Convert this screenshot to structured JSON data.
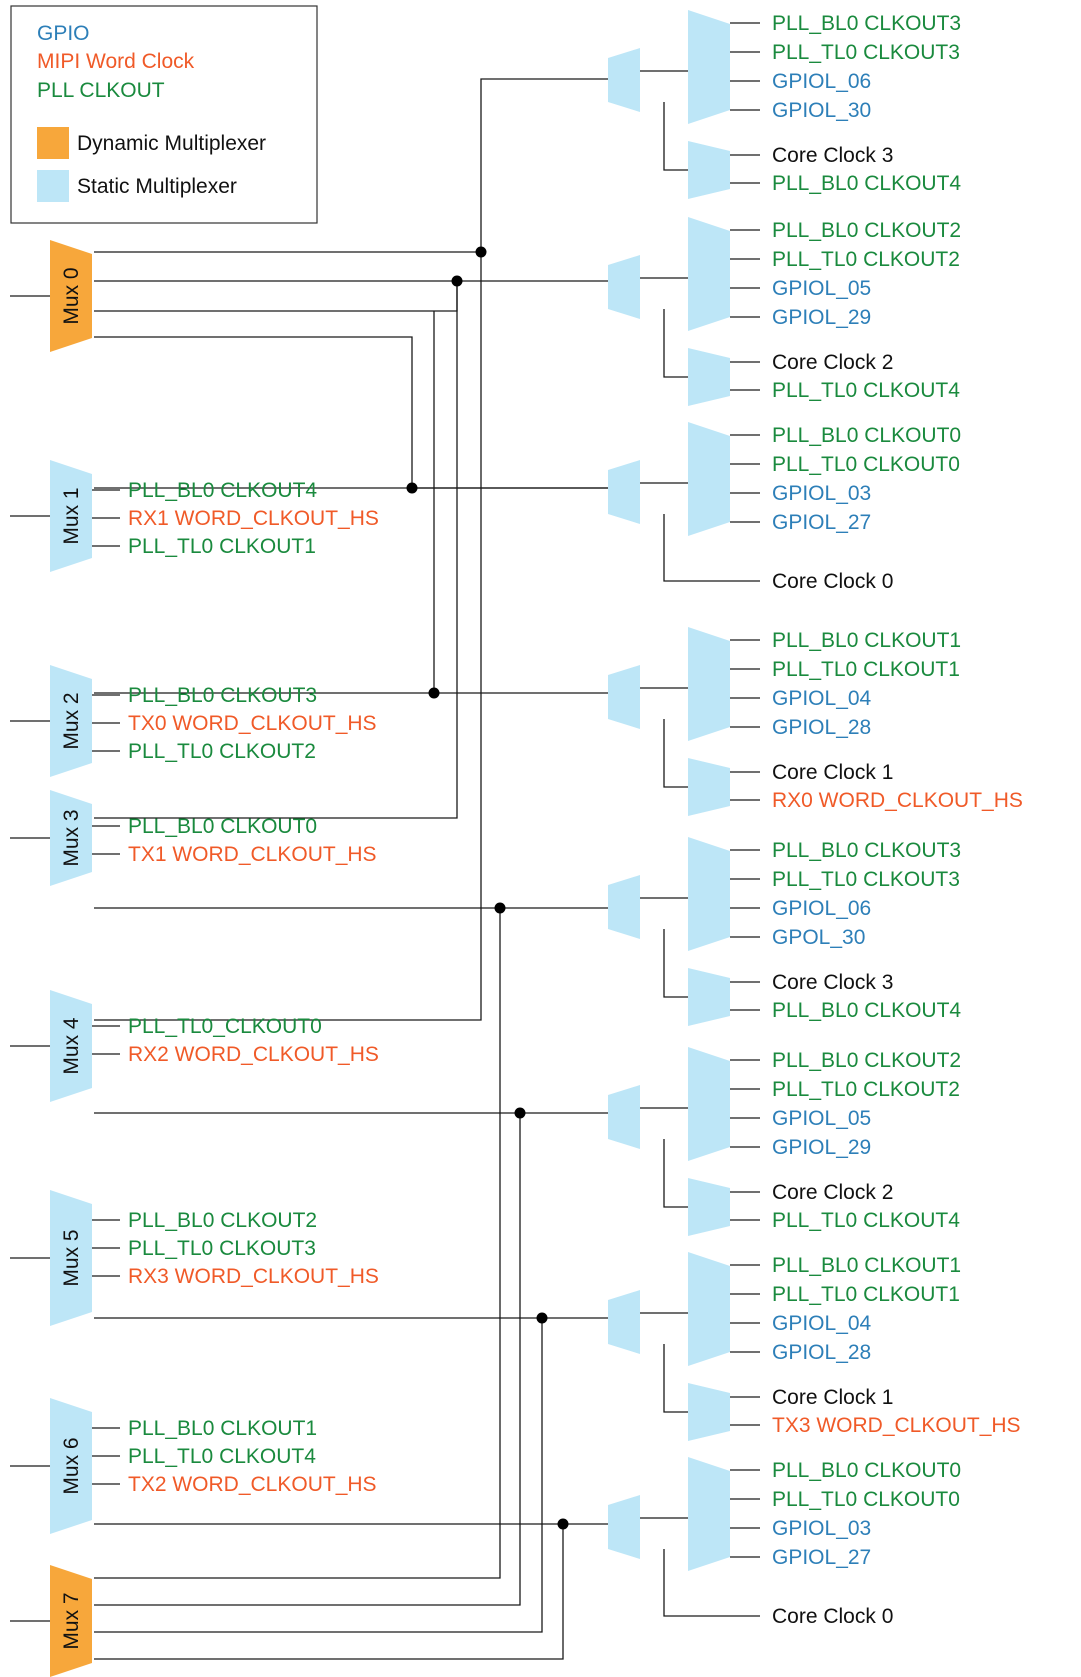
{
  "colors": {
    "gpio": "#2d7fb8",
    "mipi": "#f05a28",
    "pll": "#1a8a3e",
    "core": "#111111",
    "dynamic_mux": "#f7a73b",
    "static_mux": "#bde6f7"
  },
  "legend": {
    "gpio": "GPIO",
    "mipi": "MIPI Word Clock",
    "pll": "PLL CLKOUT",
    "dynamic": "Dynamic Multiplexer",
    "static": "Static Multiplexer"
  },
  "dynamic_muxes": [
    "Mux 0",
    "Mux 7"
  ],
  "static_muxes": [
    {
      "label": "Mux 1",
      "inputs": [
        {
          "text": "PLL_BL0 CLKOUT4",
          "type": "pll"
        },
        {
          "text": "RX1 WORD_CLKOUT_HS",
          "type": "mipi"
        },
        {
          "text": "PLL_TL0 CLKOUT1",
          "type": "pll"
        }
      ]
    },
    {
      "label": "Mux 2",
      "inputs": [
        {
          "text": "PLL_BL0 CLKOUT3",
          "type": "pll"
        },
        {
          "text": "TX0 WORD_CLKOUT_HS",
          "type": "mipi"
        },
        {
          "text": "PLL_TL0 CLKOUT2",
          "type": "pll"
        }
      ]
    },
    {
      "label": "Mux 3",
      "inputs": [
        {
          "text": "PLL_BL0 CLKOUT0",
          "type": "pll"
        },
        {
          "text": "TX1 WORD_CLKOUT_HS",
          "type": "mipi"
        }
      ]
    },
    {
      "label": "Mux 4",
      "inputs": [
        {
          "text": "PLL_TL0_CLKOUT0",
          "type": "pll"
        },
        {
          "text": "RX2 WORD_CLKOUT_HS",
          "type": "mipi"
        }
      ]
    },
    {
      "label": "Mux 5",
      "inputs": [
        {
          "text": "PLL_BL0 CLKOUT2",
          "type": "pll"
        },
        {
          "text": "PLL_TL0 CLKOUT3",
          "type": "pll"
        },
        {
          "text": "RX3 WORD_CLKOUT_HS",
          "type": "mipi"
        }
      ]
    },
    {
      "label": "Mux 6",
      "inputs": [
        {
          "text": "PLL_BL0 CLKOUT1",
          "type": "pll"
        },
        {
          "text": "PLL_TL0 CLKOUT4",
          "type": "pll"
        },
        {
          "text": "TX2 WORD_CLKOUT_HS",
          "type": "mipi"
        }
      ]
    }
  ],
  "clock_groups": [
    {
      "inputs": [
        {
          "text": "PLL_BL0 CLKOUT3",
          "type": "pll"
        },
        {
          "text": "PLL_TL0 CLKOUT3",
          "type": "pll"
        },
        {
          "text": "GPIOL_06",
          "type": "gpio"
        },
        {
          "text": "GPIOL_30",
          "type": "gpio"
        }
      ],
      "core": "Core Clock 3",
      "extra": {
        "text": "PLL_BL0 CLKOUT4",
        "type": "pll"
      }
    },
    {
      "inputs": [
        {
          "text": "PLL_BL0 CLKOUT2",
          "type": "pll"
        },
        {
          "text": "PLL_TL0 CLKOUT2",
          "type": "pll"
        },
        {
          "text": "GPIOL_05",
          "type": "gpio"
        },
        {
          "text": "GPIOL_29",
          "type": "gpio"
        }
      ],
      "core": "Core Clock 2",
      "extra": {
        "text": "PLL_TL0 CLKOUT4",
        "type": "pll"
      }
    },
    {
      "inputs": [
        {
          "text": "PLL_BL0 CLKOUT0",
          "type": "pll"
        },
        {
          "text": "PLL_TL0 CLKOUT0",
          "type": "pll"
        },
        {
          "text": "GPIOL_03",
          "type": "gpio"
        },
        {
          "text": "GPIOL_27",
          "type": "gpio"
        }
      ],
      "core": "Core Clock 0",
      "extra": null
    },
    {
      "inputs": [
        {
          "text": "PLL_BL0 CLKOUT1",
          "type": "pll"
        },
        {
          "text": "PLL_TL0 CLKOUT1",
          "type": "pll"
        },
        {
          "text": "GPIOL_04",
          "type": "gpio"
        },
        {
          "text": "GPIOL_28",
          "type": "gpio"
        }
      ],
      "core": "Core Clock 1",
      "extra": {
        "text": "RX0 WORD_CLKOUT_HS",
        "type": "mipi"
      }
    },
    {
      "inputs": [
        {
          "text": "PLL_BL0 CLKOUT3",
          "type": "pll"
        },
        {
          "text": "PLL_TL0 CLKOUT3",
          "type": "pll"
        },
        {
          "text": "GPIOL_06",
          "type": "gpio"
        },
        {
          "text": "GPOL_30",
          "type": "gpio"
        }
      ],
      "core": "Core Clock 3",
      "extra": {
        "text": "PLL_BL0 CLKOUT4",
        "type": "pll"
      }
    },
    {
      "inputs": [
        {
          "text": "PLL_BL0 CLKOUT2",
          "type": "pll"
        },
        {
          "text": "PLL_TL0 CLKOUT2",
          "type": "pll"
        },
        {
          "text": "GPIOL_05",
          "type": "gpio"
        },
        {
          "text": "GPIOL_29",
          "type": "gpio"
        }
      ],
      "core": "Core Clock 2",
      "extra": {
        "text": "PLL_TL0 CLKOUT4",
        "type": "pll"
      }
    },
    {
      "inputs": [
        {
          "text": "PLL_BL0 CLKOUT1",
          "type": "pll"
        },
        {
          "text": "PLL_TL0 CLKOUT1",
          "type": "pll"
        },
        {
          "text": "GPIOL_04",
          "type": "gpio"
        },
        {
          "text": "GPIOL_28",
          "type": "gpio"
        }
      ],
      "core": "Core Clock 1",
      "extra": {
        "text": "TX3 WORD_CLKOUT_HS",
        "type": "mipi"
      }
    },
    {
      "inputs": [
        {
          "text": "PLL_BL0 CLKOUT0",
          "type": "pll"
        },
        {
          "text": "PLL_TL0 CLKOUT0",
          "type": "pll"
        },
        {
          "text": "GPIOL_03",
          "type": "gpio"
        },
        {
          "text": "GPIOL_27",
          "type": "gpio"
        }
      ],
      "core": "Core Clock 0",
      "extra": null
    }
  ]
}
